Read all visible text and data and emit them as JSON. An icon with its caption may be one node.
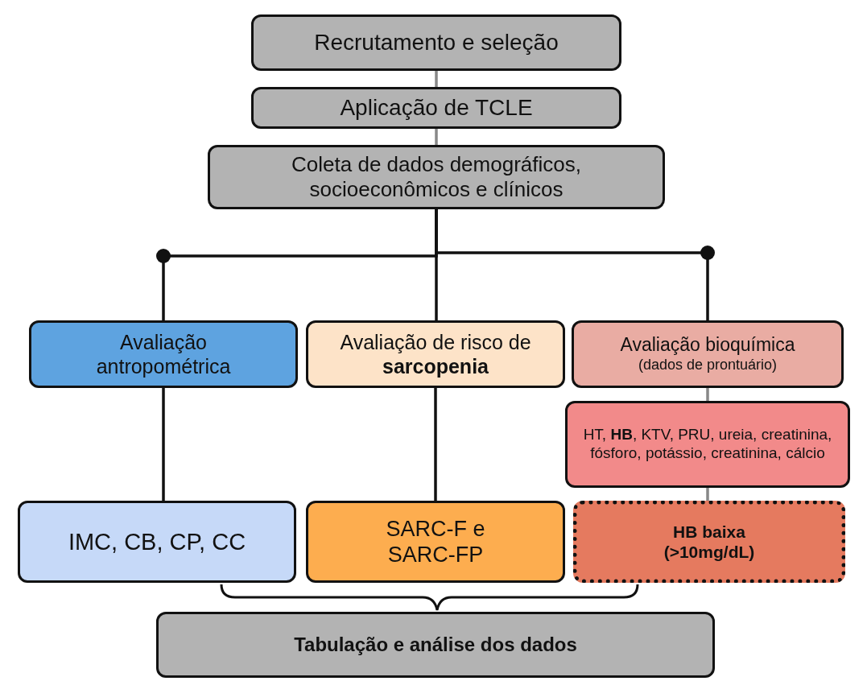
{
  "diagram": {
    "nodes": [
      {
        "text": [
          "Recrutamento e seleção"
        ]
      },
      {
        "text": [
          "Aplicação de TCLE"
        ]
      },
      {
        "text": [
          "Coleta de dados demográficos, socioeconômicos e clínicos"
        ]
      },
      {
        "text": [
          "Avaliação antropométrica"
        ]
      },
      {
        "text": [
          "Avaliação de risco de **sarcopenia**"
        ]
      },
      {
        "text": [
          "Avaliação bioquímica",
          "(dados de prontuário)"
        ]
      },
      {
        "text": [
          "HT, **HB**, KTV, PRU, ureia, creatinina, fósforo, potássio, creatinina, cálcio"
        ]
      },
      {
        "text": [
          "IMC, CB, CP, CC"
        ]
      },
      {
        "text": [
          "SARC-F e SARC-FP"
        ]
      },
      {
        "text": [
          "HB baixa (>10mg/dL)"
        ]
      },
      {
        "text": [
          "Tabulação e análise dos dados"
        ]
      }
    ],
    "edges": [
      {
        "from": 0,
        "to": 1,
        "arrow": "none",
        "color": "#888888"
      },
      {
        "from": 1,
        "to": 2,
        "arrow": "none",
        "color": "#888888"
      },
      {
        "from": 2,
        "to": 3,
        "arrow": "none"
      },
      {
        "from": 2,
        "to": 4,
        "arrow": "none"
      },
      {
        "from": 2,
        "to": 5,
        "arrow": "none"
      },
      {
        "from": 3,
        "to": 7,
        "arrow": "none"
      },
      {
        "from": 4,
        "to": 8,
        "arrow": "none"
      },
      {
        "from": 5,
        "to": 6,
        "arrow": "none",
        "color": "#888888"
      },
      {
        "from": 6,
        "to": 9,
        "arrow": "none",
        "color": "#888888"
      }
    ]
  }
}
